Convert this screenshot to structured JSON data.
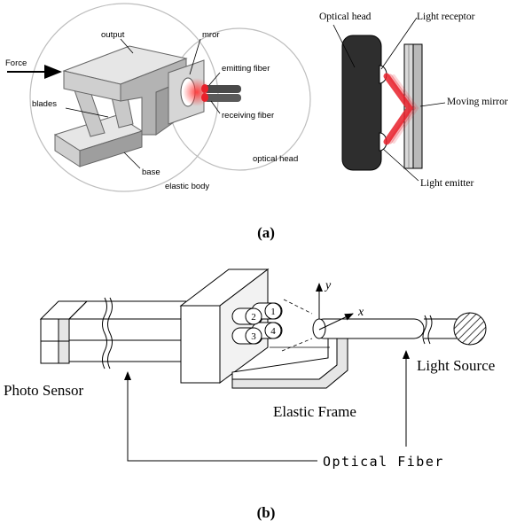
{
  "panel_a": {
    "left": {
      "force": "Force",
      "output": "output",
      "mirror": "mror",
      "emitting_fiber": "emitting fiber",
      "receiving_fiber": "receiving fiber",
      "blades": "blades",
      "base": "base",
      "elastic_body": "elastic body",
      "optical_head": "optical head"
    },
    "right": {
      "optical_head": "Optical head",
      "light_receptor": "Light receptor",
      "moving_mirror": "Moving mirror",
      "light_emitter": "Light emitter"
    },
    "caption": "(a)"
  },
  "panel_b": {
    "photo_sensor": "Photo Sensor",
    "elastic_frame": "Elastic Frame",
    "light_source": "Light Source",
    "optical_fiber": "Optical Fiber",
    "axis_y": "y",
    "axis_x": "x",
    "fiber_numbers": [
      "1",
      "2",
      "3",
      "4"
    ],
    "caption": "(b)"
  },
  "colors": {
    "ink": "#000000",
    "block_light": "#e6e6e6",
    "block_mid": "#cfcfcf",
    "block_dark": "#9e9e9e",
    "laser_red": "#e8202a",
    "head_dark": "#2e2e2e",
    "mirror_gray": "#b9b9b9"
  }
}
